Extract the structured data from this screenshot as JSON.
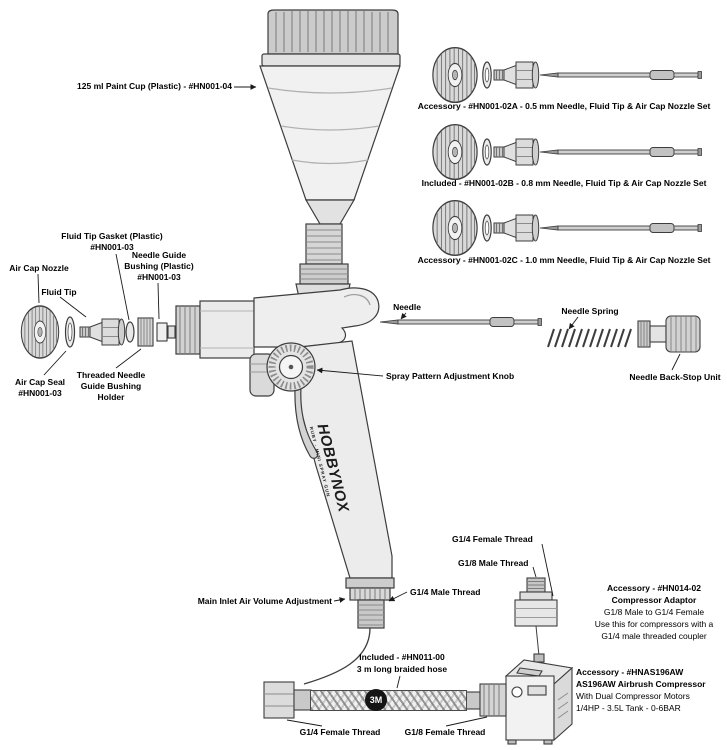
{
  "diagram": {
    "paint_cup": "125 ml Paint Cup (Plastic) - #HN001-04",
    "sets": {
      "a": "Accessory - #HN001-02A - 0.5 mm Needle, Fluid Tip & Air Cap Nozzle Set",
      "b": "Included - #HN001-02B - 0.8 mm Needle, Fluid Tip & Air Cap Nozzle Set",
      "c": "Accessory - #HN001-02C - 1.0 mm Needle, Fluid Tip & Air Cap Nozzle Set"
    },
    "parts": {
      "air_cap_nozzle": "Air Cap Nozzle",
      "fluid_tip": "Fluid Tip",
      "fluid_tip_gasket": "Fluid Tip Gasket (Plastic)\n#HN001-03",
      "needle_guide_bushing": "Needle Guide\nBushing (Plastic)\n#HN001-03",
      "air_cap_seal": "Air Cap Seal\n#HN001-03",
      "threaded_holder": "Threaded Needle\nGuide Bushing\nHolder",
      "needle": "Needle",
      "needle_spring": "Needle Spring",
      "needle_back_stop": "Needle Back-Stop Unit",
      "spray_knob": "Spray Pattern Adjustment Knob",
      "main_inlet": "Main Inlet Air Volume Adjustment",
      "g14_male": "G1/4 Male Thread"
    },
    "adaptor": {
      "g14_female": "G1/4 Female Thread",
      "g18_male": "G1/8 Male Thread",
      "note1": "Accessory - #HN014-02",
      "note2": "Compressor Adaptor",
      "note3": "G1/8 Male to G1/4 Female",
      "note4": "Use this for compressors with a",
      "note5": "G1/4 male threaded coupler"
    },
    "hose": {
      "note1": "Included - #HN011-00",
      "note2": "3 m long braided hose",
      "badge": "3M",
      "g14_female": "G1/4 Female Thread",
      "g18_female": "G1/8 Female Thread"
    },
    "compressor": {
      "note1": "Accessory - #HNAS196AW",
      "note2": "AS196AW Airbrush Compressor",
      "note3": "With Dual Compressor Motors",
      "note4": "1/4HP - 3.5L Tank - 0-6BAR"
    },
    "gun": {
      "brand": "HOBBYNOX",
      "tagline": "RUBY · MINI SPRAY GUN"
    }
  }
}
